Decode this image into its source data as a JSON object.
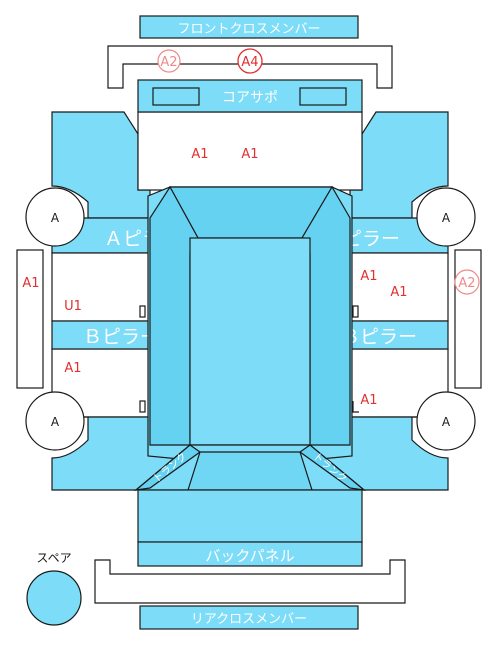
{
  "parts": {
    "front_cross_member": "フロントクロスメンバー",
    "core_support": "コアサポ",
    "a_pillar_left": "Ａピラー",
    "a_pillar_right": "Ａピラー",
    "b_pillar_left": "Ｂピラー",
    "b_pillar_right": "Ｂピラー",
    "trunk_left": "トランク",
    "trunk_right": "トランク",
    "back_panel": "バックパネル",
    "rear_cross_member": "リアクロスメンバー"
  },
  "wheels": {
    "front_left": "A",
    "front_right": "A",
    "rear_left": "A",
    "rear_right": "A"
  },
  "spare": {
    "label": "スペア"
  },
  "codes": {
    "front_a2": "A2",
    "front_a4": "A4",
    "hood_1": "A1",
    "hood_2": "A1",
    "left_sill": "A1",
    "left_front_door": "U1",
    "left_rear_door": "A1",
    "right_front_door_1": "A1",
    "right_front_door_2": "A1",
    "right_sill": "A2",
    "right_rear_door": "A1"
  },
  "colors": {
    "panel": "#7ddcf7",
    "damage_code": "#e03030",
    "faint_code": "#f08a8a"
  }
}
